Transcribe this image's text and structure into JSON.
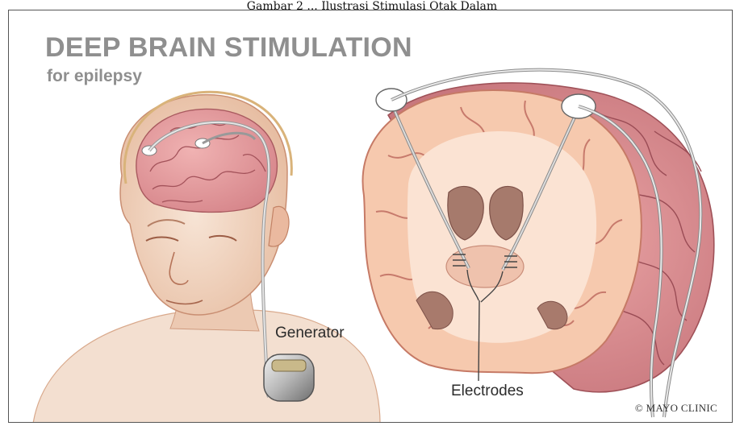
{
  "page_caption": "Gambar 2 ... Ilustrasi Stimulasi Otak Dalam",
  "title": "DEEP BRAIN STIMULATION",
  "subtitle": "for epilepsy",
  "labels": {
    "generator": "Generator",
    "electrodes": "Electrodes"
  },
  "credit": "© MAYO CLINIC",
  "colors": {
    "title_gray": "#8f8f8f",
    "brain_pink": "#e29a9e",
    "tissue_peach": "#f6c9b0",
    "skin": "#f1d8c6",
    "outline": "#b0605a"
  }
}
